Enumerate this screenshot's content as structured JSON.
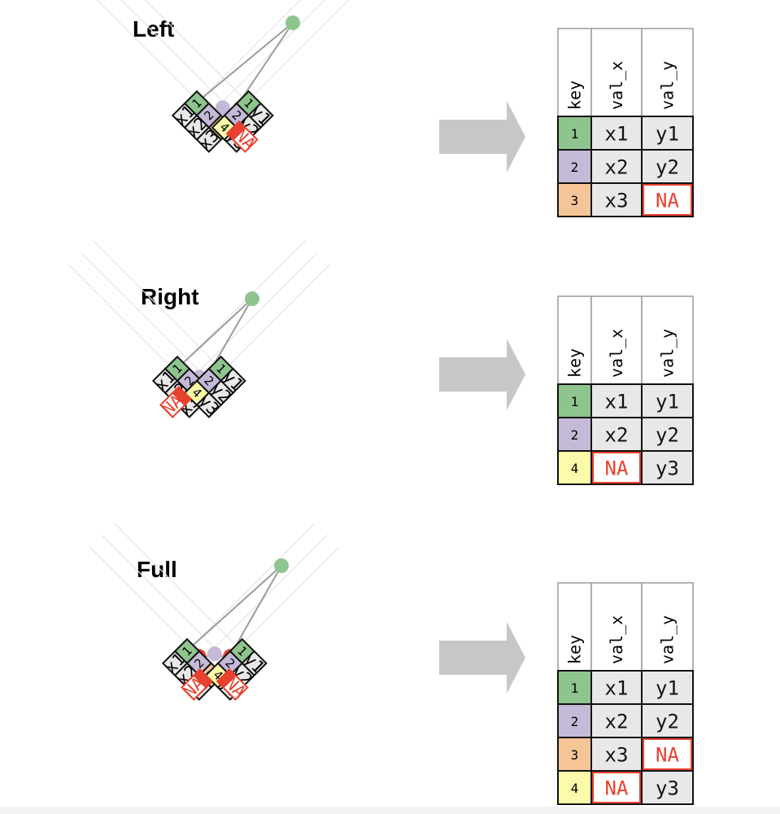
{
  "colors": {
    "key1": "#8ec58e",
    "key2": "#c4bad8",
    "key3": "#f5c597",
    "key4": "#fcfbaa",
    "value_cell": "#e8e8e8",
    "na_red": "#e8412e",
    "grid_line": "#9b9b9b",
    "arrow": "#c7c7c7"
  },
  "panels": [
    {
      "title": "Left",
      "x_keys": [
        {
          "key": "1",
          "color": "key1"
        },
        {
          "key": "2",
          "color": "key2"
        },
        {
          "key": "3",
          "color": "key3"
        }
      ],
      "x_vals": [
        "x1",
        "x2",
        "x3"
      ],
      "x_na": false,
      "y_keys": [
        {
          "key": "1",
          "color": "key1"
        },
        {
          "key": "2",
          "color": "key2"
        },
        {
          "key": "4",
          "color": "key4"
        }
      ],
      "y_vals": [
        "y1",
        "y2",
        "y3"
      ],
      "y_na": true,
      "na_label": "NA",
      "result": {
        "headers": [
          "key",
          "val_x",
          "val_y"
        ],
        "rows": [
          {
            "key": "1",
            "color": "key1",
            "val_x": "x1",
            "val_y": "y1"
          },
          {
            "key": "2",
            "color": "key2",
            "val_x": "x2",
            "val_y": "y2"
          },
          {
            "key": "3",
            "color": "key3",
            "val_x": "x3",
            "val_y": "NA"
          }
        ]
      }
    },
    {
      "title": "Right",
      "x_keys": [
        {
          "key": "1",
          "color": "key1"
        },
        {
          "key": "2",
          "color": "key2"
        },
        {
          "key": "3",
          "color": "key3"
        }
      ],
      "x_vals": [
        "x1",
        "x2",
        "x3"
      ],
      "x_na": true,
      "y_keys": [
        {
          "key": "1",
          "color": "key1"
        },
        {
          "key": "2",
          "color": "key2"
        },
        {
          "key": "4",
          "color": "key4"
        }
      ],
      "y_vals": [
        "y1",
        "y2",
        "y3"
      ],
      "y_na": false,
      "na_label": "NA",
      "result": {
        "headers": [
          "key",
          "val_x",
          "val_y"
        ],
        "rows": [
          {
            "key": "1",
            "color": "key1",
            "val_x": "x1",
            "val_y": "y1"
          },
          {
            "key": "2",
            "color": "key2",
            "val_x": "x2",
            "val_y": "y2"
          },
          {
            "key": "4",
            "color": "key4",
            "val_x": "NA",
            "val_y": "y3"
          }
        ]
      }
    },
    {
      "title": "Full",
      "x_keys": [
        {
          "key": "1",
          "color": "key1"
        },
        {
          "key": "2",
          "color": "key2"
        },
        {
          "key": "3",
          "color": "key3"
        }
      ],
      "x_vals": [
        "x1",
        "x2",
        "x3"
      ],
      "x_na": true,
      "y_keys": [
        {
          "key": "1",
          "color": "key1"
        },
        {
          "key": "2",
          "color": "key2"
        },
        {
          "key": "4",
          "color": "key4"
        }
      ],
      "y_vals": [
        "y1",
        "y2",
        "y3"
      ],
      "y_na": true,
      "na_label": "NA",
      "result": {
        "headers": [
          "key",
          "val_x",
          "val_y"
        ],
        "rows": [
          {
            "key": "1",
            "color": "key1",
            "val_x": "x1",
            "val_y": "y1"
          },
          {
            "key": "2",
            "color": "key2",
            "val_x": "x2",
            "val_y": "y2"
          },
          {
            "key": "3",
            "color": "key3",
            "val_x": "x3",
            "val_y": "NA"
          },
          {
            "key": "4",
            "color": "key4",
            "val_x": "NA",
            "val_y": "y3"
          }
        ]
      }
    }
  ]
}
